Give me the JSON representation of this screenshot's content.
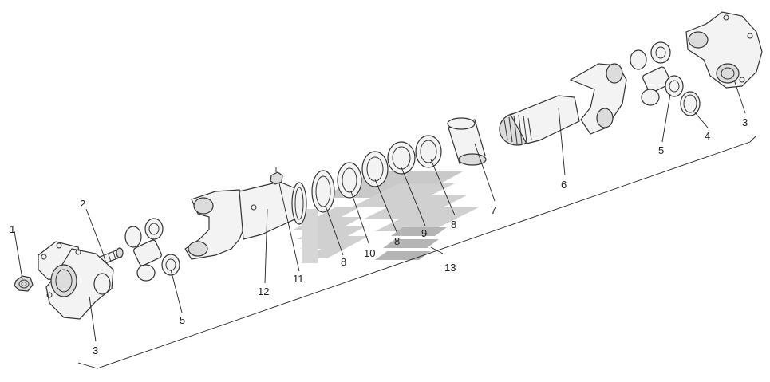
{
  "callouts": {
    "c1": "1",
    "c2": "2",
    "c3_left": "3",
    "c5_left": "5",
    "c12": "12",
    "c11": "11",
    "c8_a": "8",
    "c10": "10",
    "c8_b": "8",
    "c9": "9",
    "c8_c": "8",
    "c7": "7",
    "c13": "13",
    "c6": "6",
    "c5_right": "5",
    "c4": "4",
    "c3_right": "3"
  },
  "watermark": {
    "color": "#c8c8c8",
    "accent_color": "#a8a8a8"
  }
}
